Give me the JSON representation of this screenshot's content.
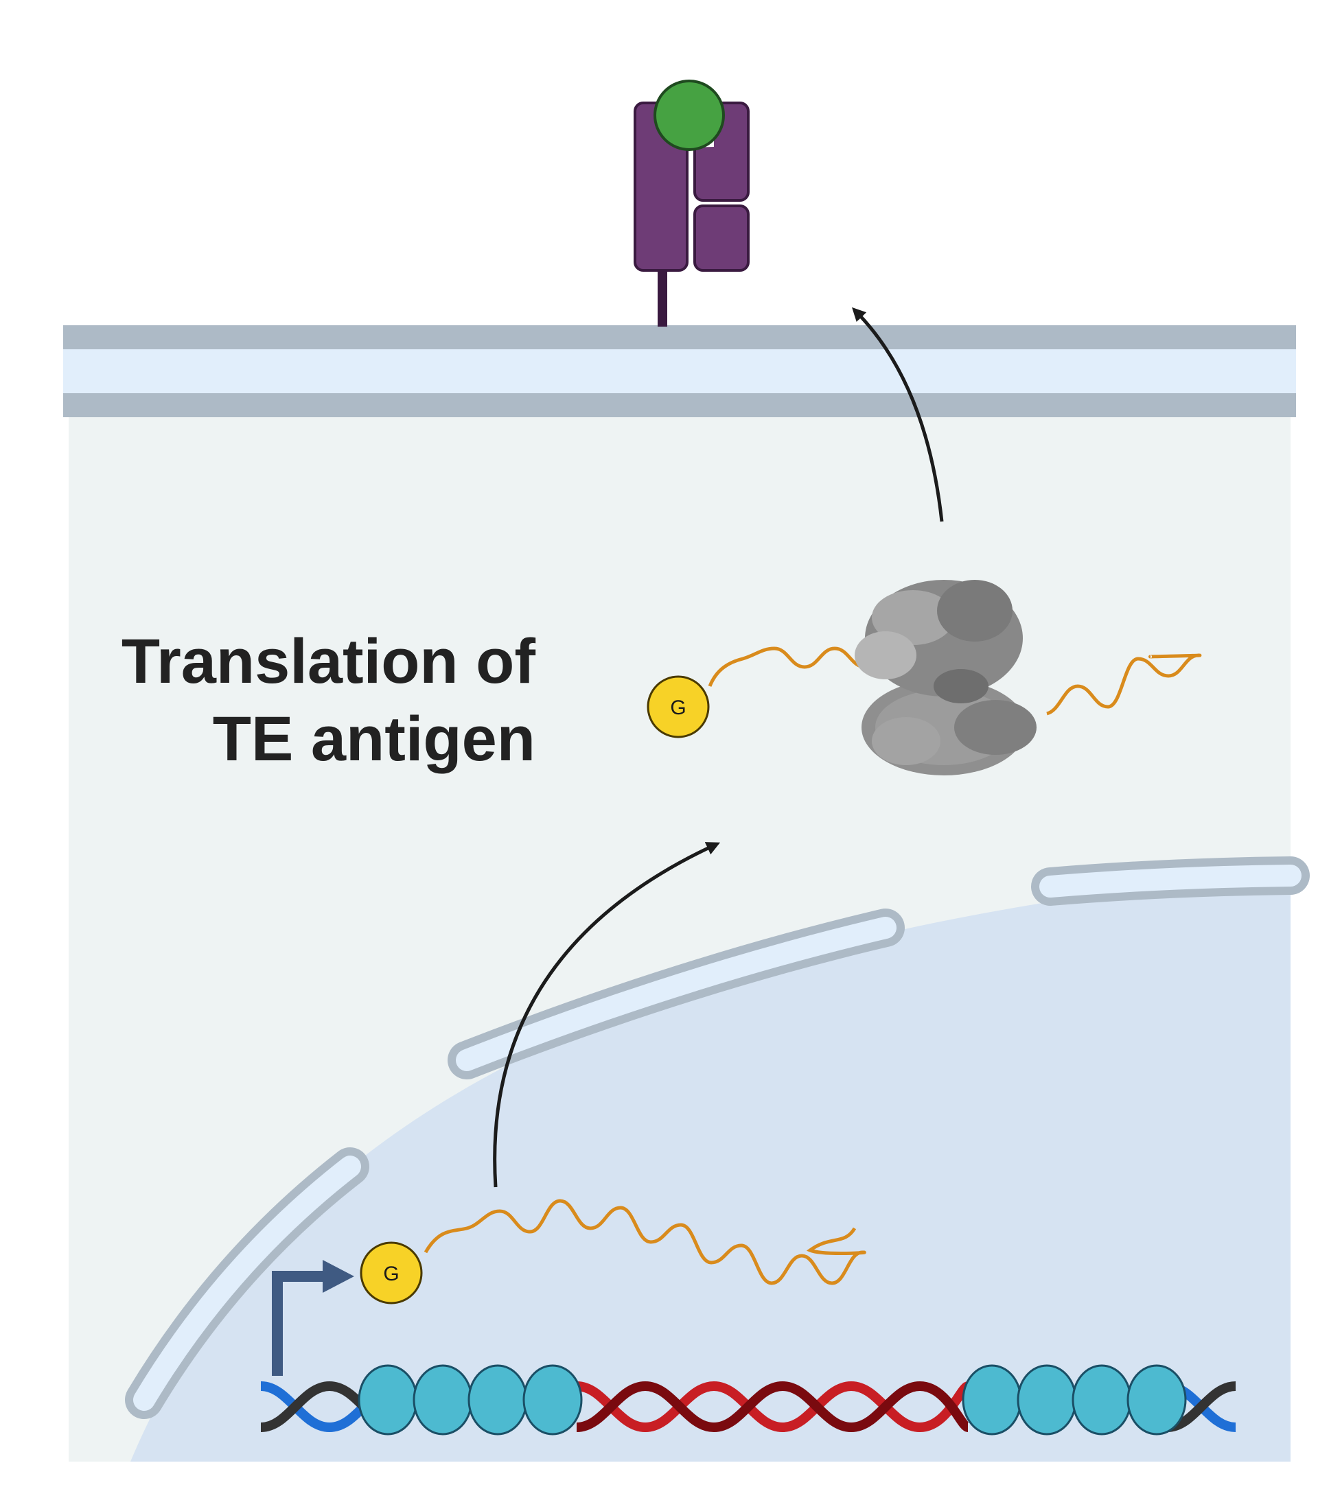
{
  "diagram": {
    "label_line1": "Translation of",
    "label_line2": "TE antigen",
    "cap_top_letter": "G",
    "cap_bottom_letter": "G"
  },
  "colors": {
    "cytoplasm": "#eef3f3",
    "nucleus": "#d6e3f2",
    "membrane_outer": "#adbac6",
    "membrane_inner": "#e1eefb",
    "receptor": "#6e3c76",
    "receptor_stroke": "#3a1a40",
    "antigen": "#46a242",
    "mrna": "#d98b1c",
    "cap": "#f7d227",
    "ribosome": "#8b8b8b",
    "dna_blue": "#1f6fd6",
    "dna_black": "#333333",
    "dna_red": "#c81e24",
    "dna_darkred": "#7a0a0f",
    "nucleosome": "#4dbad0",
    "arrow": "#1b1b1b",
    "promoter_arrow": "#3f5a82"
  }
}
